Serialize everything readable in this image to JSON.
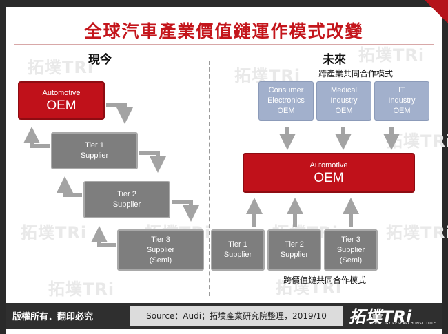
{
  "title": "全球汽車產業價值鏈運作模式改變",
  "watermark": "拓墣TRi",
  "left": {
    "heading": "現今",
    "oem": {
      "line1": "Automotive",
      "line2": "OEM"
    },
    "tier1": {
      "line1": "Tier 1",
      "line2": "Supplier"
    },
    "tier2": {
      "line1": "Tier 2",
      "line2": "Supplier"
    },
    "tier3": {
      "line1": "Tier 3",
      "line2": "Supplier",
      "line3": "(Semi)"
    }
  },
  "right": {
    "heading": "未來",
    "top_note": "跨產業共同合作模式",
    "bottom_note": "跨價值鏈共同合作模式",
    "consumer": {
      "line1": "Consumer",
      "line2": "Electronics",
      "line3": "OEM"
    },
    "medical": {
      "line1": "Medical",
      "line2": "Industry",
      "line3": "OEM"
    },
    "it": {
      "line1": "IT",
      "line2": "Industry",
      "line3": "OEM"
    },
    "oem": {
      "line1": "Automotive",
      "line2": "OEM"
    },
    "tier1": {
      "line1": "Tier 1",
      "line2": "Supplier"
    },
    "tier2": {
      "line1": "Tier 2",
      "line2": "Supplier"
    },
    "tier3": {
      "line1": "Tier 3",
      "line2": "Supplier",
      "line3": "(Semi)"
    }
  },
  "footer": {
    "rights": "版權所有．翻印必究",
    "source": "Source：Audi；拓墣產業研究院整理，2019/10",
    "logo": "拓墣TRi",
    "logo_sub": "TOPOLOGY RESEARCH INSTITUTE"
  },
  "colors": {
    "accent": "#c0111a",
    "gray": "#7e7e7e",
    "blue": "#a2b0cc"
  }
}
